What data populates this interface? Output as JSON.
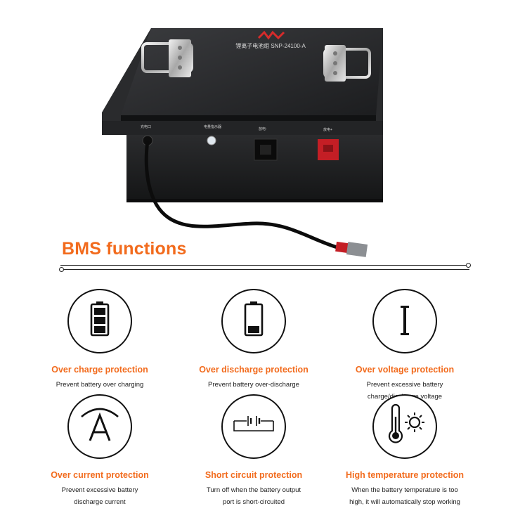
{
  "product": {
    "label": "锂离子电池组 SNP-24100-A",
    "port_labels": [
      "充电口",
      "电量指示器",
      "放电-",
      "放电+"
    ]
  },
  "section": {
    "title": "BMS functions"
  },
  "colors": {
    "accent": "#f26b1d",
    "text": "#222222",
    "icon": "#111111"
  },
  "features": [
    {
      "icon": "battery-full-icon",
      "title": "Over charge protection",
      "desc": [
        "Prevent battery over charging"
      ]
    },
    {
      "icon": "battery-low-icon",
      "title": "Over discharge protection",
      "desc": [
        "Prevent battery over-discharge"
      ]
    },
    {
      "icon": "voltage-icon",
      "title": "Over voltage protection",
      "desc": [
        "Prevent excessive battery",
        "charge/discharge voltage"
      ]
    },
    {
      "icon": "ammeter-icon",
      "title": "Over current protection",
      "desc": [
        "Prevent excessive battery",
        "discharge current"
      ]
    },
    {
      "icon": "short-circuit-icon",
      "title": "Short circuit protection",
      "desc": [
        "Turn off when the battery output",
        "port is short-circuited"
      ]
    },
    {
      "icon": "thermometer-sun-icon",
      "title": "High temperature protection",
      "desc": [
        "When the battery temperature is too",
        "high, it will automatically stop working"
      ]
    }
  ]
}
